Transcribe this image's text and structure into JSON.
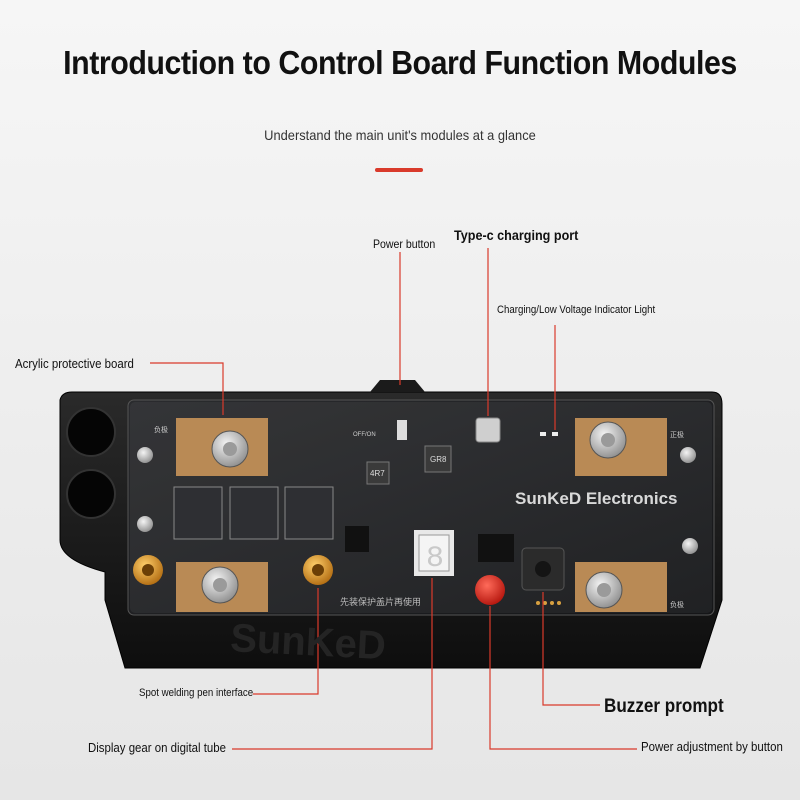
{
  "header": {
    "title": "Introduction to Control Board Function Modules",
    "subtitle": "Understand the main unit's modules at a glance"
  },
  "colors": {
    "accent": "#d93a2b",
    "case": "#161616",
    "board": "#1c1d1f",
    "copper": "#b98a55",
    "button_red": "#e0281e",
    "brand_text": "#e8e8e8"
  },
  "callouts": {
    "power_button": "Power button",
    "typec_port": "Type-c charging port",
    "indicator_light": "Charging/Low Voltage Indicator Light",
    "acrylic_board": "Acrylic protective board",
    "spot_welding": "Spot welding pen interface",
    "display_gear": "Display gear on digital tube",
    "buzzer": "Buzzer prompt",
    "power_adjust": "Power adjustment by button"
  },
  "device": {
    "brand": "SunKeD Electronics",
    "switch_label": "OFF/ON",
    "inductor_label": "4R7",
    "inductor2_label": "GR8",
    "pad_left_top": "负极",
    "pad_right_top": "正极",
    "pad_right_bottom": "负极",
    "warning_text": "先装保护盖片再使用",
    "case_embossed": "SunKeD",
    "digit_display": "8"
  }
}
